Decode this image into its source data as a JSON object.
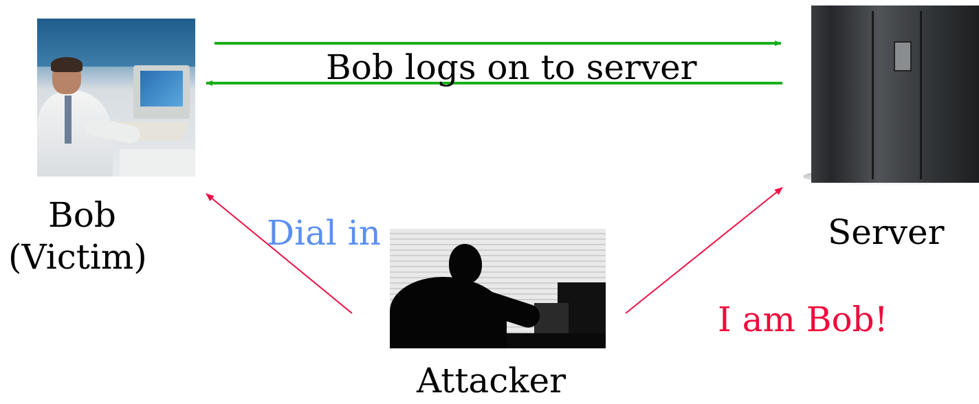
{
  "labels": {
    "message": "Bob logs on to server",
    "bob_name": "Bob",
    "bob_role": "(Victim)",
    "server": "Server",
    "attacker": "Attacker",
    "dial_in": "Dial in",
    "claim": "I am Bob!"
  },
  "colors": {
    "message_arrows": "#1aae1a",
    "attack_lines": "#ee1144",
    "dial_in_text": "#5b8ff0",
    "claim_text": "#ee0a3b",
    "label_text": "#000000"
  },
  "images": {
    "bob": "person-at-computer",
    "server": "server-cabinet",
    "attacker": "hacker-silhouette"
  }
}
